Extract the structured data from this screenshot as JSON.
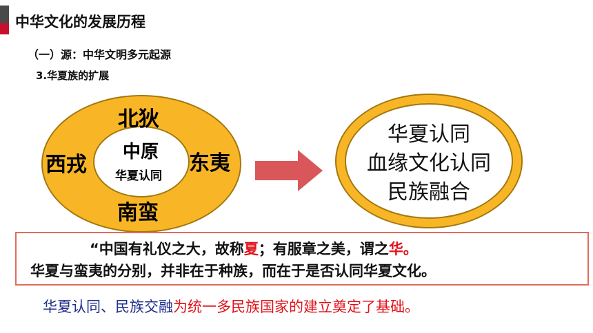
{
  "header": {
    "title": "中华文化的发展历程",
    "subtitle1": "（一）源：中华文明多元起源",
    "subtitle2": "3.华夏族的扩展"
  },
  "left_diagram": {
    "north": "北狄",
    "west": "西戎",
    "east": "东夷",
    "south": "南蛮",
    "center_main": "中原",
    "center_sub": "华夏认同"
  },
  "right_diagram": {
    "line1": "华夏认同",
    "line2": "血缘文化认同",
    "line3": "民族融合"
  },
  "quote": {
    "line1_prefix": "“中国有礼仪之大，故称",
    "line1_red1": "夏",
    "line1_mid": "；有服章之美，谓之",
    "line1_red2": "华。",
    "line2": "华夏与蛮夷的分别，并非在于种族，而在于是否认同华夏文化。"
  },
  "conclusion": {
    "blue_part": "华夏认同、民族交融",
    "red_part": "为统一多民族国家的建立奠定了基础。"
  },
  "colors": {
    "ring": "#f8b627",
    "arrow": "#d9575a",
    "accent_red": "#e0121a",
    "accent_blue": "#1f2e8c"
  }
}
